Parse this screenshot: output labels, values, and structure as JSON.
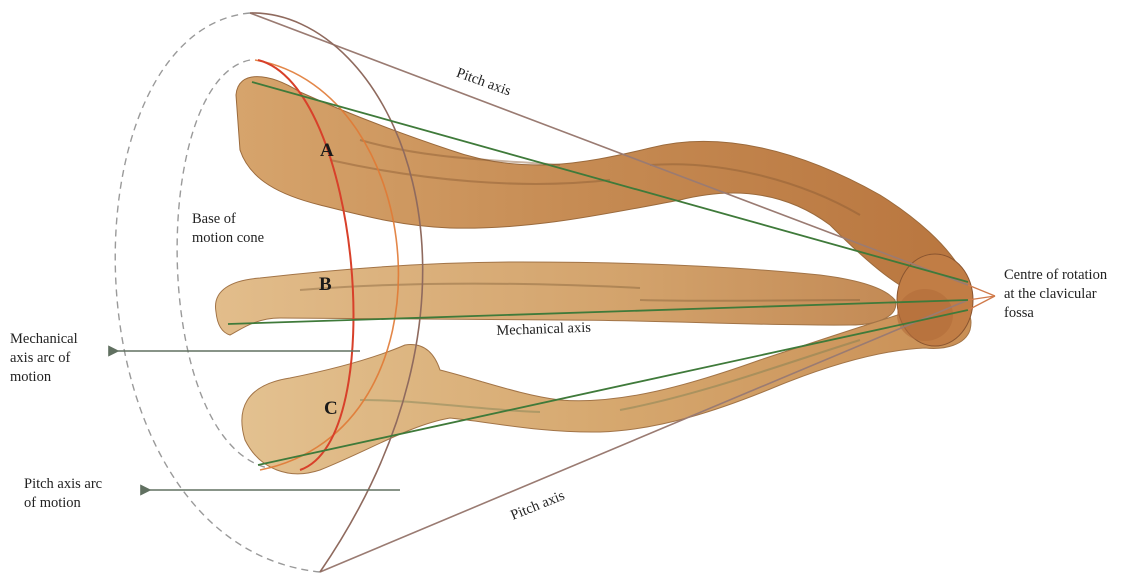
{
  "labels": {
    "pitch_axis_top": "Pitch axis",
    "pitch_axis_bottom": "Pitch axis",
    "mechanical_axis": "Mechanical axis",
    "base_line1": "Base of",
    "base_line2": "motion cone",
    "centre_line1": "Centre of rotation",
    "centre_line2": "at the clavicular",
    "centre_line3": "fossa",
    "mech_arc_line1": "Mechanical",
    "mech_arc_line2": "axis arc of",
    "mech_arc_line3": "motion",
    "pitch_arc_line1": "Pitch axis arc",
    "pitch_arc_line2": "of motion"
  },
  "positions": {
    "A": "A",
    "B": "B",
    "C": "C"
  },
  "colors": {
    "mechanical_axis_line": "#3f7a3a",
    "pitch_axis_line": "#9a7b72",
    "pitch_arc": "#8f6a5e",
    "mechanical_arc": "#d8402a",
    "bone_base": "#c98f55",
    "dashed_cone": "#9a9a9a",
    "pointer_arrow": "#607060"
  }
}
